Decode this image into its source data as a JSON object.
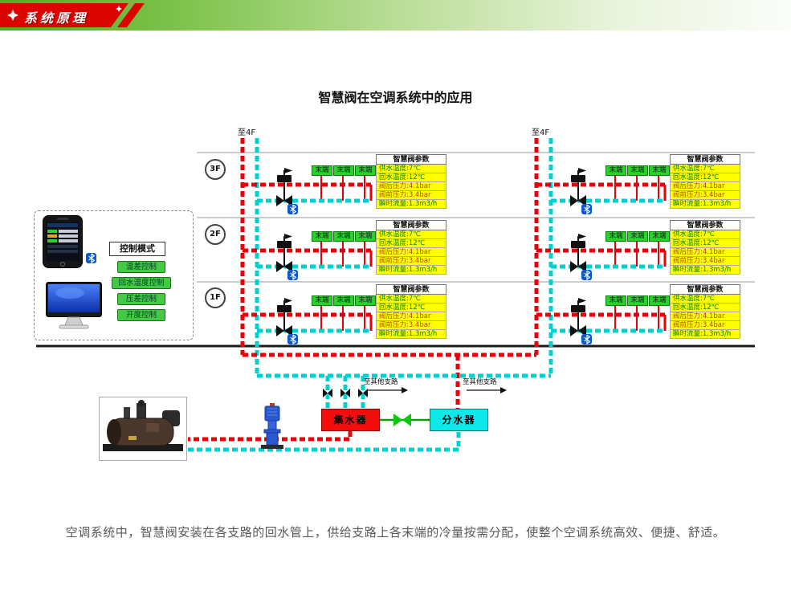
{
  "header": {
    "ribbon_title": "系统原理"
  },
  "title": "智慧阀在空调系统中的应用",
  "labels": {
    "to_4f": "至4F",
    "terminal": "末端",
    "other_branch": "至其他支路",
    "collector": "集水器",
    "distributor": "分水器"
  },
  "floors": {
    "f3": "3F",
    "f2": "2F",
    "f1": "1F"
  },
  "valve_params": {
    "header": "智慧阀参数",
    "rows": [
      "供水温度:7℃",
      "回水温度:12℃",
      "阀后压力:4.1bar",
      "阀前压力:3.4bar",
      "瞬时流量:1.3m3/h"
    ]
  },
  "control": {
    "header": "控制模式",
    "modes": [
      "温差控制",
      "回水温度控制",
      "压差控制",
      "开度控制"
    ]
  },
  "caption": "空调系统中，智慧阀安装在各支路的回水管上，供给支路上各末端的冷量按需分配，使整个空调系统高效、便捷、舒适。",
  "colors": {
    "supply_pipe": "#e8000a",
    "return_pipe": "#00d0d0",
    "terminal_box": "#29d129",
    "param_row": "#ffff00",
    "collector_box": "#f50d0d",
    "distributor_box": "#0de8e8",
    "header_band_green": "#55ab22",
    "ribbon_red": "#dc0400",
    "bluetooth_blue": "#0a58d6"
  }
}
